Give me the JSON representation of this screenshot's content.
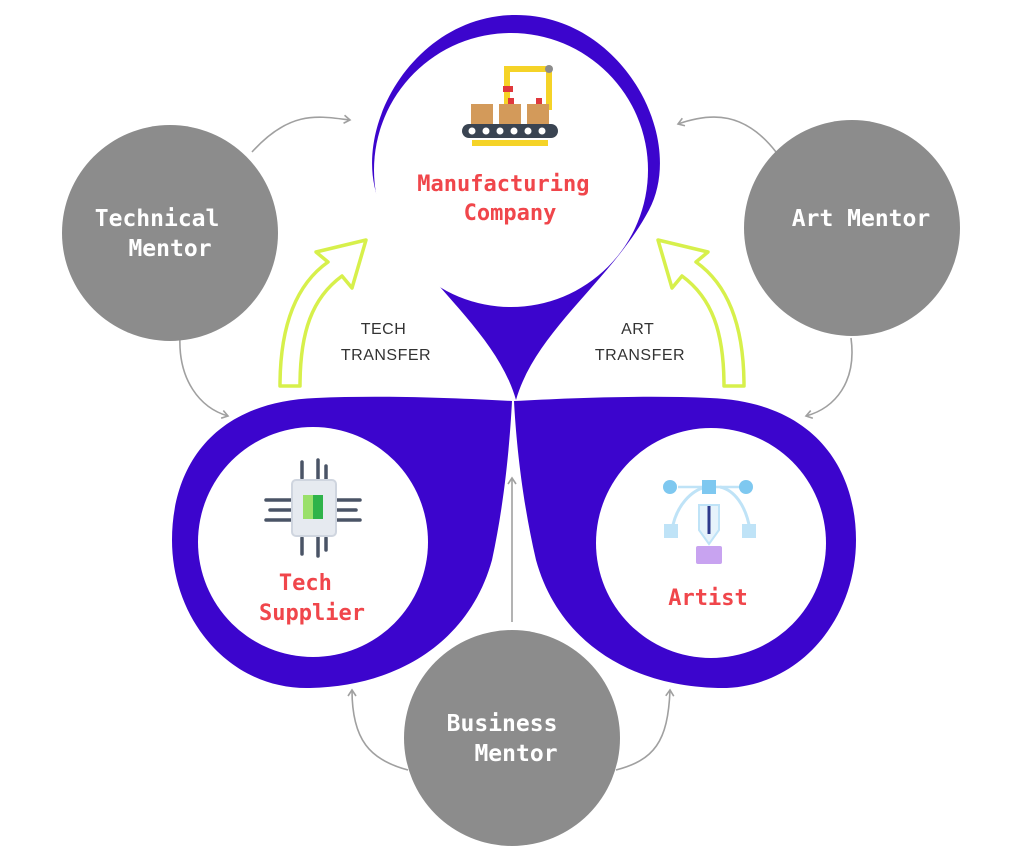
{
  "colors": {
    "pin": "#3c05cd",
    "mentor": "#8c8c8c",
    "node_label": "#f0464b",
    "mentor_label": "#ffffff",
    "transfer_arrow": "#d7f04b",
    "connector": "#a0a0a0",
    "transfer_label": "#333333"
  },
  "nodes": {
    "manufacturing": {
      "line1": "Manufacturing",
      "line2": "Company",
      "icon": "conveyor-factory-icon"
    },
    "tech_supplier": {
      "line1": "Tech",
      "line2": "Supplier",
      "icon": "microchip-icon"
    },
    "artist": {
      "label": "Artist",
      "icon": "pen-tool-bezier-icon"
    }
  },
  "mentors": {
    "technical": {
      "line1": "Technical",
      "line2": "Mentor"
    },
    "art": {
      "label": "Art Mentor"
    },
    "business": {
      "line1": "Business",
      "line2": "Mentor"
    }
  },
  "transfers": {
    "tech": {
      "line1": "TECH",
      "line2": "TRANSFER"
    },
    "art": {
      "line1": "ART",
      "line2": "TRANSFER"
    }
  }
}
